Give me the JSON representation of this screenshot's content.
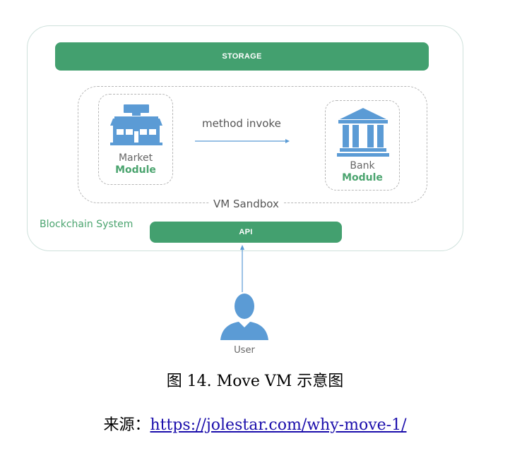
{
  "diagram": {
    "storage_label": "STORAGE",
    "api_label": "API",
    "sandbox_label": "VM Sandbox",
    "system_label": "Blockchain System",
    "invoke_label": "method invoke",
    "market": {
      "line1": "Market",
      "line2": "Module",
      "icon": "store-icon"
    },
    "bank": {
      "line1": "Bank",
      "line2": "Module",
      "icon": "bank-icon"
    },
    "user": {
      "label": "User",
      "icon": "user-icon"
    },
    "colors": {
      "green": "#43a06f",
      "blue": "#5b9bd5",
      "grey_border": "#b6b6b6"
    }
  },
  "caption": {
    "figure": "图 14. Move VM 示意图",
    "source_prefix": "来源：",
    "source_link": "https://jolestar.com/why-move-1/"
  }
}
